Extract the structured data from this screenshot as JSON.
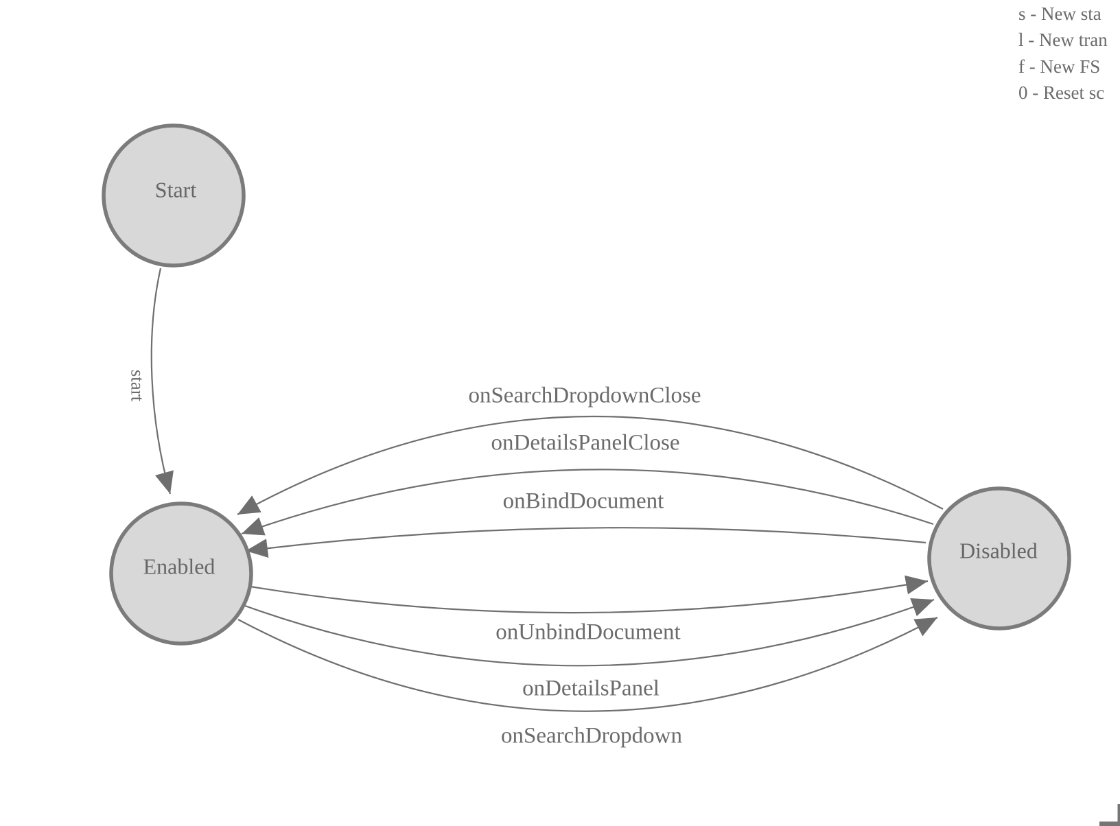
{
  "colors": {
    "node_fill": "#d8d8d8",
    "node_stroke": "#7b7b7b",
    "edge_stroke": "#6f6f6f",
    "arrowhead_fill": "#6e6e6e",
    "label_text": "#6b6b6b",
    "background": "#ffffff"
  },
  "legend": {
    "lines": [
      "s - New sta",
      "l - New tran",
      "f - New FS",
      "0 - Reset sc"
    ]
  },
  "states": {
    "start": {
      "label": "Start"
    },
    "enabled": {
      "label": "Enabled"
    },
    "disabled": {
      "label": "Disabled"
    }
  },
  "transitions": {
    "start": {
      "label": "start",
      "from": "Start",
      "to": "Enabled"
    },
    "onSearchDropdownClose": {
      "label": "onSearchDropdownClose",
      "from": "Disabled",
      "to": "Enabled"
    },
    "onDetailsPanelClose": {
      "label": "onDetailsPanelClose",
      "from": "Disabled",
      "to": "Enabled"
    },
    "onBindDocument": {
      "label": "onBindDocument",
      "from": "Disabled",
      "to": "Enabled"
    },
    "onUnbindDocument": {
      "label": "onUnbindDocument",
      "from": "Enabled",
      "to": "Disabled"
    },
    "onDetailsPanel": {
      "label": "onDetailsPanel",
      "from": "Enabled",
      "to": "Disabled"
    },
    "onSearchDropdown": {
      "label": "onSearchDropdown",
      "from": "Enabled",
      "to": "Disabled"
    }
  }
}
